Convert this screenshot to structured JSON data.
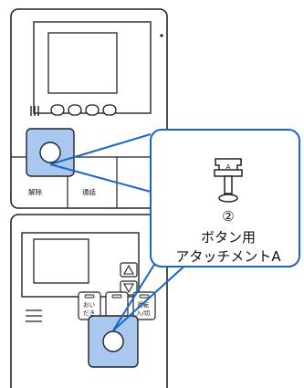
{
  "top_device": {
    "buttons": [
      {
        "label": "解除"
      },
      {
        "label": "通話"
      }
    ]
  },
  "bottom_device": {
    "side_buttons": [
      {
        "label_lines": [
          "おい",
          "だき"
        ]
      },
      {
        "label_lines": [
          "",
          ""
        ]
      },
      {
        "label_lines": [
          "運転",
          "入/切"
        ]
      }
    ]
  },
  "callout": {
    "number": "②",
    "title_line1": "ボタン用",
    "title_line2": "アタッチメントA",
    "part_marking": "A"
  },
  "colors": {
    "outline": "#222222",
    "accent_blue": "#1a66c8",
    "highlight_fill": "#a9c8ef"
  }
}
